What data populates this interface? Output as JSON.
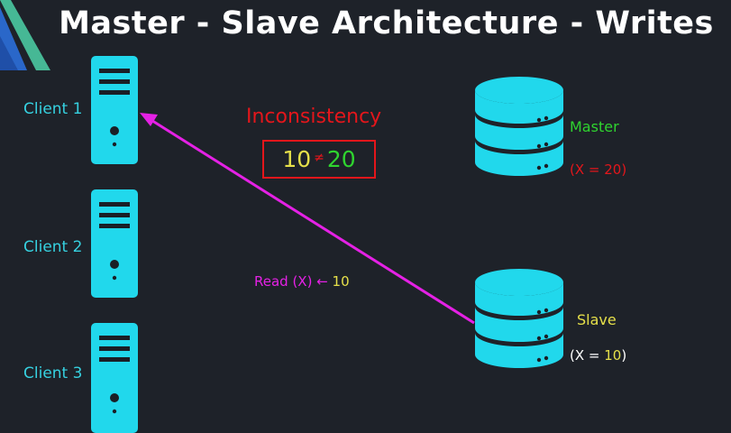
{
  "title": "Master - Slave Architecture - Writes",
  "clients": [
    {
      "label": "Client 1"
    },
    {
      "label": "Client 2"
    },
    {
      "label": "Client 3"
    }
  ],
  "inconsistency": {
    "heading": "Inconsistency",
    "left_value": "10",
    "symbol": "≠",
    "right_value": "20"
  },
  "read": {
    "text": "Read (X) ← ",
    "value": "10"
  },
  "master": {
    "label": "Master",
    "value_text": "(X = 20)"
  },
  "slave": {
    "label": "Slave",
    "value_prefix": "(X = ",
    "value": "10",
    "value_suffix": ")"
  },
  "colors": {
    "background": "#1e2229",
    "server_cyan": "#21d8ec",
    "inconsistency_red": "#e4161b",
    "arrow_magenta": "#e521e5",
    "master_green": "#2fd42f",
    "slave_yellow": "#e6e04a"
  }
}
